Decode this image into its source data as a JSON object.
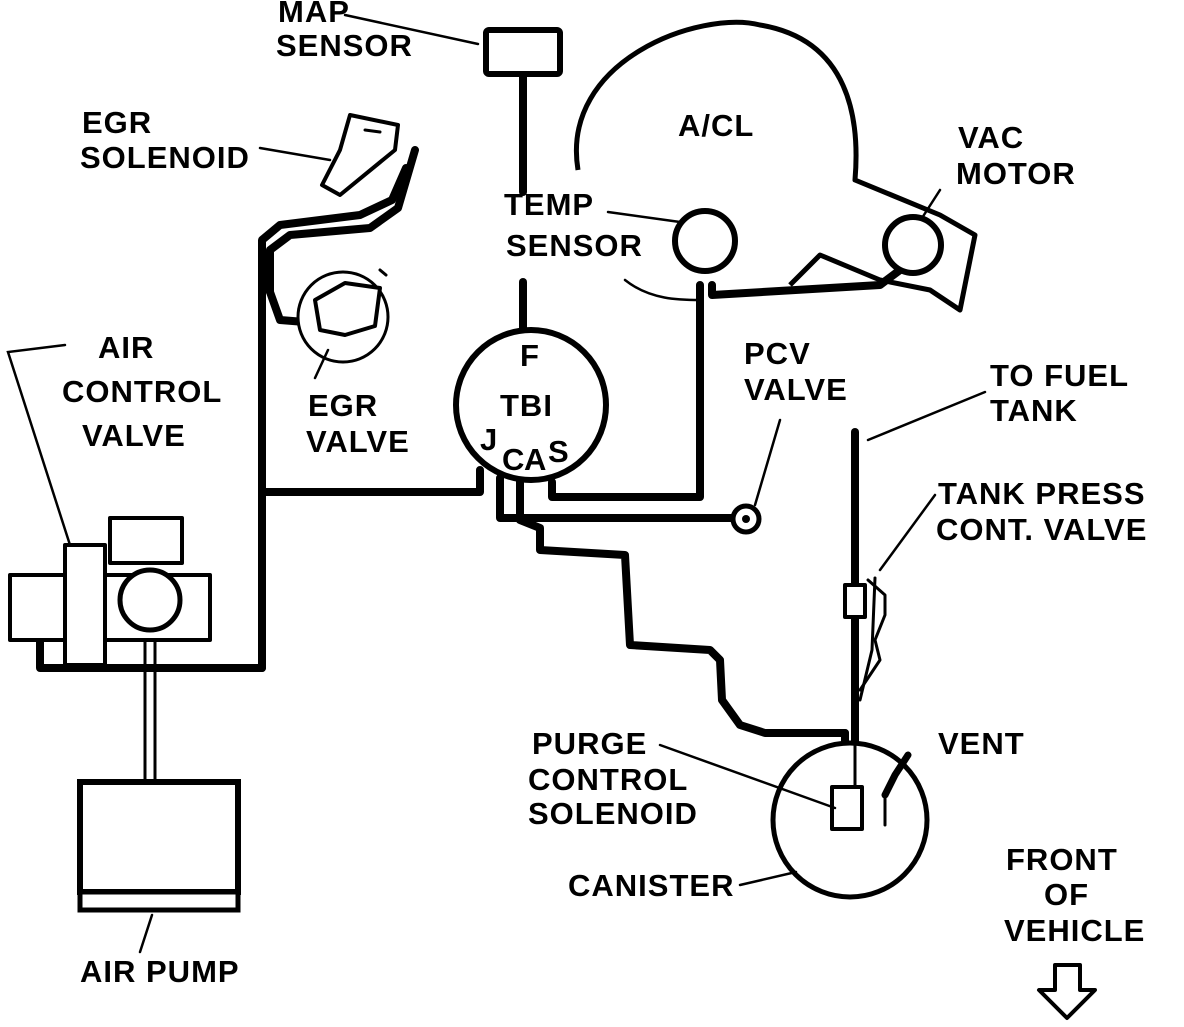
{
  "labels": {
    "map_sensor": [
      "MAP",
      "SENSOR"
    ],
    "egr_solenoid": [
      "EGR",
      "SOLENOID"
    ],
    "air_control_valve": [
      "AIR",
      "CONTROL",
      "VALVE"
    ],
    "egr_valve": [
      "EGR",
      "VALVE"
    ],
    "temp_sensor": [
      "TEMP",
      "SENSOR"
    ],
    "acl": "A/CL",
    "vac_motor": [
      "VAC",
      "MOTOR"
    ],
    "pcv_valve": [
      "PCV",
      "VALVE"
    ],
    "to_fuel_tank": [
      "TO  FUEL",
      "TANK"
    ],
    "tank_press_valve": [
      "TANK  PRESS",
      "CONT.  VALVE"
    ],
    "tbi": {
      "name": "TBI",
      "port_f": "F",
      "port_j": "J",
      "port_c": "C",
      "port_a": "A",
      "port_s": "S"
    },
    "vent": "VENT",
    "purge_solenoid": [
      "PURGE",
      "CONTROL",
      "SOLENOID"
    ],
    "canister": "CANISTER",
    "front_of_vehicle": [
      "FRONT",
      "OF",
      "VEHICLE"
    ],
    "air_pump": "AIR PUMP"
  }
}
